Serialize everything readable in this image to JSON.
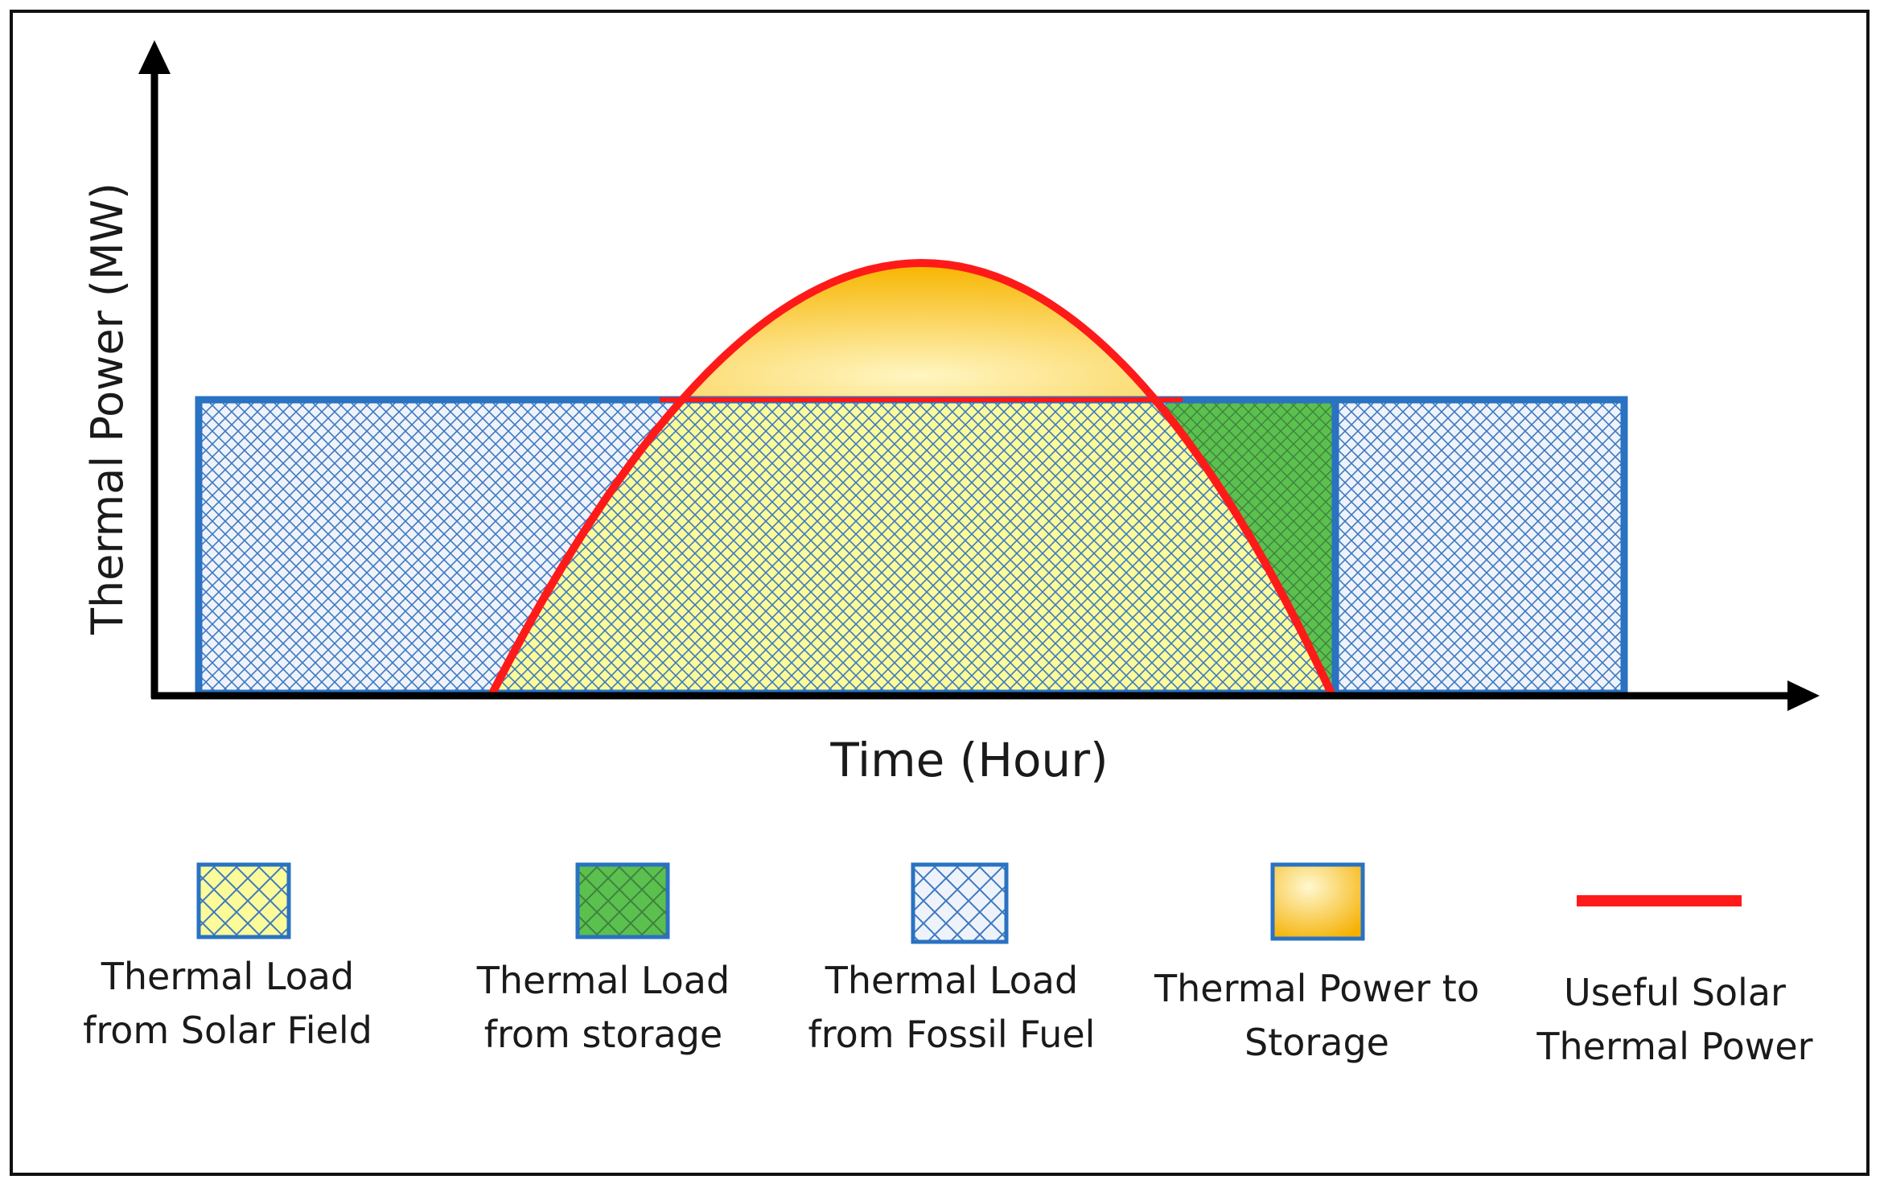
{
  "diagram": {
    "xlabel": "Time (Hour)",
    "ylabel": "Thermal Power (MW)",
    "colors": {
      "axis": "#000000",
      "load_border": "#2a72c2",
      "solar_fill": "#fbfb9a",
      "solar_hatch": "#4d84c6",
      "storage_fill": "#5cc04e",
      "fossil_fill": "#eef3fb",
      "to_storage_light": "#fff6c2",
      "to_storage_dark": "#f7b500",
      "useful_curve": "#ff1a1a"
    }
  },
  "legend": [
    {
      "id": "solar",
      "lines": [
        "Thermal Load",
        "from Solar Field"
      ]
    },
    {
      "id": "storage",
      "lines": [
        "Thermal Load",
        "from  storage"
      ]
    },
    {
      "id": "fossil",
      "lines": [
        "Thermal Load",
        "from Fossil Fuel"
      ]
    },
    {
      "id": "to_storage",
      "lines": [
        "Thermal Power to",
        "Storage"
      ]
    },
    {
      "id": "useful",
      "lines": [
        "Useful Solar",
        "Thermal Power"
      ]
    }
  ]
}
